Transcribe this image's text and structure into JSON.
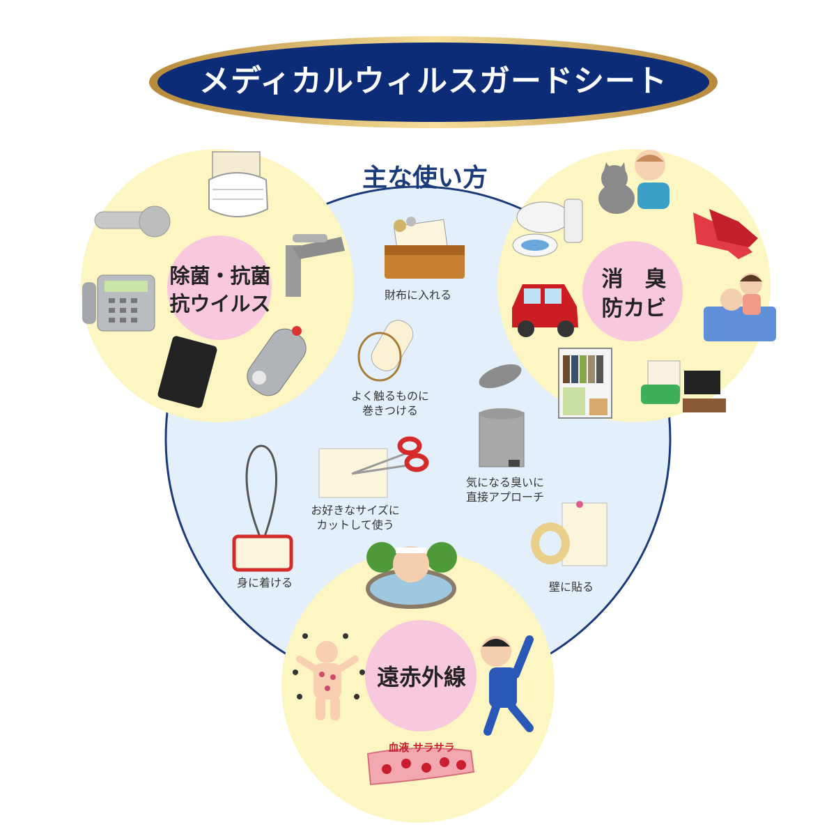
{
  "title": "メディカルウィルスガードシート",
  "subtitle": "主な使い方",
  "colors": {
    "banner_navy": "#0d2c78",
    "banner_gold": "#c9a24a",
    "circle_yellow": "#fdf6c3",
    "center_blue": "#e3f0fb",
    "center_border": "#1b3a7a",
    "pink": "#f8c8de"
  },
  "categories": [
    {
      "line1": "除菌・抗菌",
      "line2": "抗ウイルス"
    },
    {
      "line1": "消　臭",
      "line2": "防カビ"
    },
    {
      "line1": "遠赤外線"
    }
  ],
  "uses": {
    "wallet": "財布に入れる",
    "wrap_line1": "よく触るものに",
    "wrap_line2": "巻きつける",
    "cut_line1": "お好きなサイズに",
    "cut_line2": "カットして使う",
    "smell_line1": "気になる臭いに",
    "smell_line2": "直接アプローチ",
    "wear": "身に着ける",
    "wall": "壁に貼る"
  },
  "blood_text": "血液 サラサラ"
}
